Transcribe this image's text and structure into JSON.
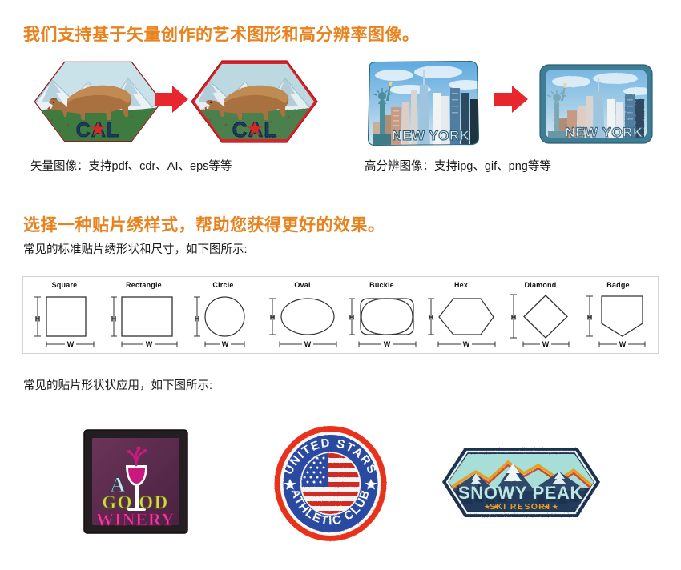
{
  "headings": {
    "artwork": "我们支持基于矢量创作的艺术图形和高分辨率图像。",
    "styles": "选择一种贴片绣样式，帮助您获得更好的效果。"
  },
  "subtexts": {
    "shapes": "常见的标准贴片绣形状和尺寸，如下图所示:",
    "applications": "常见的贴片形状状应用，如下图所示:"
  },
  "captions": {
    "vector": "矢量图像：支持pdf、cdr、AI、eps等等",
    "raster": "高分辨图像：支持ipg、gif、png等等"
  },
  "artwork_examples": [
    {
      "name": "cal-bear-vector",
      "type": "source-artwork",
      "shape": "hex",
      "text": "CAL",
      "border_color": "#8f1d1d",
      "sky_color": "#c3e0e8",
      "ground_color": "#3f7a3f"
    },
    {
      "name": "cal-bear-embroidered",
      "type": "embroidered-patch",
      "shape": "hex",
      "text": "CAL",
      "border_color": "#d8232a",
      "sky_color": "#bcd8e0",
      "ground_color": "#4b7f4b"
    },
    {
      "name": "new-york-photo",
      "type": "source-artwork",
      "shape": "rectangle",
      "text": "NEW YORK",
      "border_color": "#2d7f96",
      "sky_color": "#8ec4e8"
    },
    {
      "name": "new-york-embroidered",
      "type": "embroidered-patch",
      "shape": "rectangle",
      "text": "NEW YORK",
      "border_color": "#3e7d93",
      "sky_color": "#9cc8e4"
    }
  ],
  "arrows": [
    {
      "name": "arrow-cal",
      "direction": "right",
      "color": "#e8262d"
    },
    {
      "name": "arrow-newyork",
      "direction": "right",
      "color": "#e8262d"
    }
  ],
  "shape_chart": {
    "height_label": "H",
    "width_label": "W",
    "shapes": [
      {
        "name": "Square",
        "key": "square"
      },
      {
        "name": "Rectangle",
        "key": "rectangle"
      },
      {
        "name": "Circle",
        "key": "circle"
      },
      {
        "name": "Oval",
        "key": "oval"
      },
      {
        "name": "Buckle",
        "key": "buckle"
      },
      {
        "name": "Hex",
        "key": "hex"
      },
      {
        "name": "Diamond",
        "key": "diamond"
      },
      {
        "name": "Badge",
        "key": "badge"
      }
    ]
  },
  "application_patches": [
    {
      "name": "winery-patch",
      "shape": "square",
      "line1": "A",
      "line2": "GOOD",
      "line3": "WINERY",
      "frame_color": "#241d22",
      "field_color": "#5d2b4f",
      "accent_color": "#c9187e",
      "secondary_color": "#d4d84a"
    },
    {
      "name": "athletic-patch",
      "shape": "circle",
      "top_text": "UNITED STARS",
      "bottom_text": "ATHLETIC CLUB",
      "border_color": "#e8331f",
      "field_color": "#2b49a0",
      "emblem": "us-flag"
    },
    {
      "name": "snowy-patch",
      "shape": "hex",
      "line1": "SNOWY PEAK",
      "line2": "SKI RESORT",
      "stars": "★ ★",
      "border_color": "#1e3050",
      "sky_color": "#a8ded8",
      "accent_color": "#e8a020",
      "text_color": "#bfe6e0"
    }
  ],
  "theme": {
    "heading_color": "#e8821e",
    "body_text_color": "#1a1a1a",
    "strip_border_color": "#d2d2d2",
    "background": "#ffffff"
  }
}
